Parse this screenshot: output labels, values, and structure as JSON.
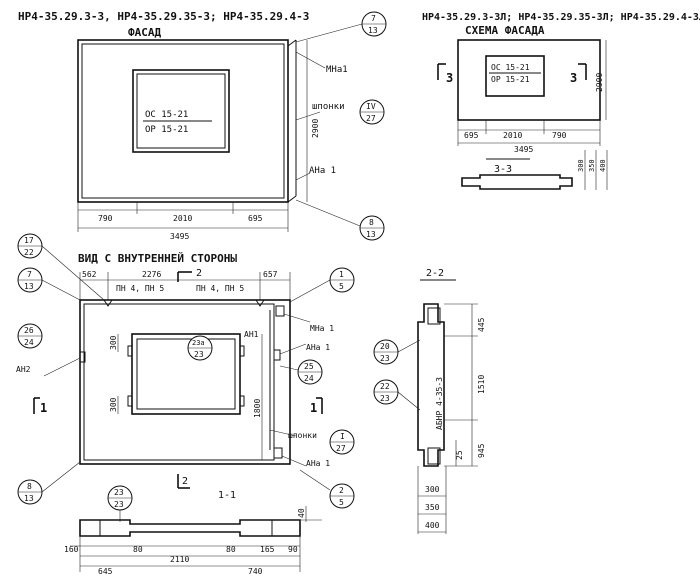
{
  "top_left": {
    "header": "НР4-35.29.3-3, НР4-35.29.35-3; НР4-35.29.4-3",
    "title": "ФАСАД",
    "window_mark_1": "ОС 15-21",
    "window_mark_2": "ОР 15-21",
    "label_mna": "МНа1",
    "label_shponki": "шпонки",
    "label_shponki_num": "IV",
    "label_ana": "АНа 1",
    "callout_7": {
      "top": "7",
      "bottom": "13"
    },
    "callout_iv": {
      "top": "IV",
      "bottom": "27"
    },
    "callout_8": {
      "top": "8",
      "bottom": "13"
    },
    "dim_height": "2900",
    "dims_bottom": [
      "790",
      "2010",
      "695"
    ],
    "dim_total": "3495"
  },
  "top_right": {
    "header": "НР4-35.29.3-3Л; НР4-35.29.35-3Л; НР4-35.29.4-3Л",
    "title": "СХЕМА ФАСАДА",
    "window_mark_1": "ОС 15-21",
    "window_mark_2": "ОР 15-21",
    "cut_left": "3",
    "cut_right": "3",
    "dim_height": "2900",
    "dims_bottom": [
      "695",
      "2010",
      "790"
    ],
    "dim_total": "3495",
    "section_label": "3-3",
    "section_dims": [
      "300",
      "350",
      "400"
    ]
  },
  "inside": {
    "title": "ВИД С ВНУТРЕННЕЙ СТОРОНЫ",
    "dims_top": [
      "562",
      "2276",
      "657"
    ],
    "cut_top": "2",
    "label_pn_left": "ПН 4, ПН 5",
    "label_pn_right": "ПН 4, ПН 5",
    "label_an1": "АН1",
    "label_mna": "МНа 1",
    "label_ana_mid": "АНа 1",
    "label_an2": "АН2",
    "label_shponki": "шпонки",
    "label_ana_bottom": "АНа 1",
    "dim_300_top": "300",
    "dim_300_bottom": "300",
    "dim_1800": "1800",
    "cut_left": "1",
    "cut_right": "1",
    "cut_bottom": "2",
    "callout_17": {
      "top": "17",
      "bottom": "22"
    },
    "callout_7": {
      "top": "7",
      "bottom": "13"
    },
    "callout_1": {
      "top": "1",
      "bottom": "5"
    },
    "callout_26": {
      "top": "26",
      "bottom": "24"
    },
    "callout_23a": {
      "top": "23а",
      "bottom": "23"
    },
    "callout_25": {
      "top": "25",
      "bottom": "24"
    },
    "callout_i": {
      "top": "I",
      "bottom": "27"
    },
    "callout_8": {
      "top": "8",
      "bottom": "13"
    },
    "callout_2": {
      "top": "2",
      "bottom": "5"
    }
  },
  "section_11": {
    "label": "1-1",
    "callout_23": {
      "top": "23",
      "bottom": "23"
    },
    "dim_40": "40",
    "dims_mid": [
      "160",
      "80",
      "80",
      "165",
      "90"
    ],
    "dim_center": "2110",
    "dims_bottom": [
      "645",
      "740"
    ]
  },
  "section_22": {
    "label": "2-2",
    "mark_text": "АБНР 4-35-3",
    "dims_right": [
      "445",
      "1510",
      "945"
    ],
    "dim_25": "25",
    "callout_20": {
      "top": "20",
      "bottom": "23"
    },
    "callout_22": {
      "top": "22",
      "bottom": "23"
    },
    "dims_bottom": [
      "300",
      "350",
      "400"
    ]
  }
}
